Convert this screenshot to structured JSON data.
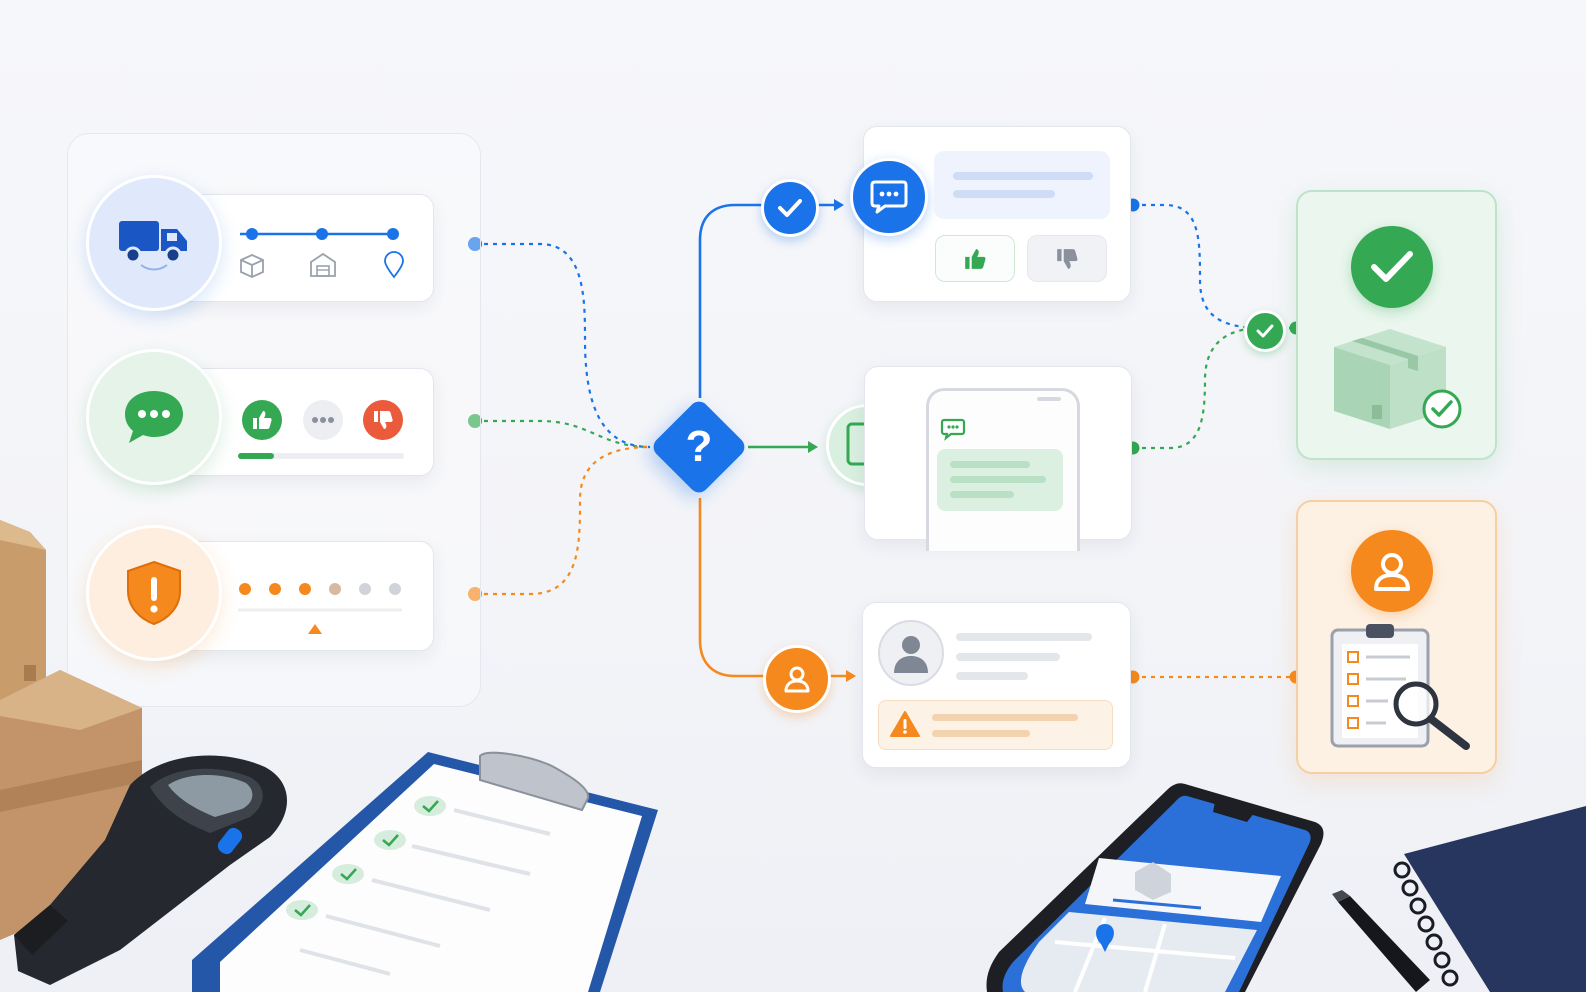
{
  "diagram": {
    "decision_symbol": "?",
    "inputs": [
      {
        "id": "delivery-tracking",
        "icon": "delivery-truck-icon",
        "color": "#1a73e8",
        "stages": [
          "package-icon",
          "warehouse-icon",
          "location-pin-icon"
        ]
      },
      {
        "id": "customer-feedback",
        "icon": "chat-bubble-icon",
        "color": "#34a853",
        "reactions": [
          "thumbs-up-icon",
          "ellipsis-icon",
          "thumbs-down-icon"
        ],
        "progress": 0.22
      },
      {
        "id": "risk-alert",
        "icon": "shield-warning-icon",
        "color": "#f5891e",
        "rating_total": 6,
        "rating_filled": 3
      }
    ],
    "outcomes": [
      {
        "id": "chat-response",
        "icon": "chat-bubble-icon",
        "color": "#1a73e8",
        "actions": [
          "thumbs-up-icon",
          "thumbs-down-icon"
        ]
      },
      {
        "id": "mobile-message",
        "icon": "mobile-chat-icon",
        "color": "#34a853"
      },
      {
        "id": "agent-escalation",
        "icon": "user-icon",
        "color": "#f5891e",
        "alert": "warning-icon"
      }
    ],
    "results": [
      {
        "id": "delivery-confirmed",
        "icon": "check-circle-icon",
        "secondary": "package-check-icon",
        "color": "#34a853"
      },
      {
        "id": "case-review",
        "icon": "user-icon",
        "secondary": "clipboard-search-icon",
        "color": "#f5891e"
      }
    ]
  },
  "colors": {
    "blue": "#1a73e8",
    "green": "#34a853",
    "orange": "#f5891e",
    "red": "#ea4335",
    "line": "#e3e6ec"
  }
}
